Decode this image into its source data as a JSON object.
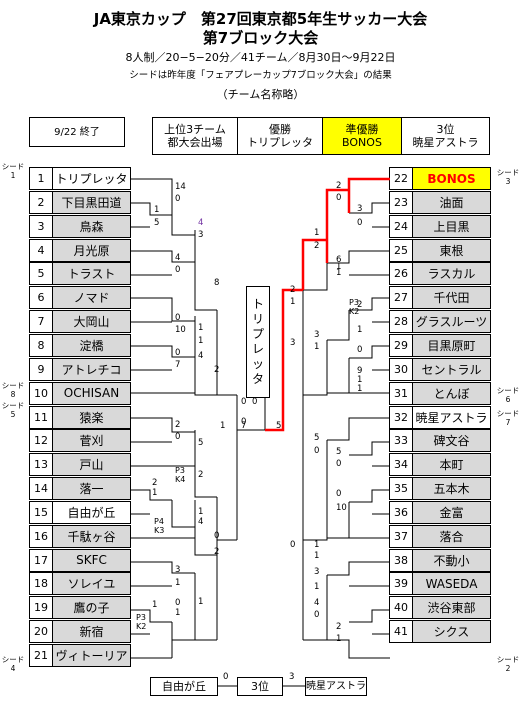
{
  "header": {
    "title_line1": "JA東京カップ　第27回東京都5年生サッカー大会",
    "title_line2": "第7ブロック大会",
    "subtitle": "8人制／20−5−20分／41チーム／8月30日〜9月22日",
    "seed_note": "シードは昨年度「フェアプレーカップ7ブロック大会」の結果",
    "abbrev_note": "（チーム名称略）"
  },
  "info": {
    "status": "9/22 終了",
    "qualify_line1": "上位3チーム",
    "qualify_line2": "都大会出場",
    "winner_label": "優勝",
    "winner_name": "トリプレッタ",
    "runner_label": "準優勝",
    "runner_name": "BONOS",
    "third_label": "3位",
    "third_name": "暁星アストラ"
  },
  "champion_vertical": [
    "ト",
    "リ",
    "プ",
    "レ",
    "ッ",
    "タ"
  ],
  "left_teams": [
    {
      "no": "1",
      "name": "トリプレッタ",
      "style": "white"
    },
    {
      "no": "2",
      "name": "下目黒田道",
      "style": "gray"
    },
    {
      "no": "3",
      "name": "鳥森",
      "style": "gray"
    },
    {
      "no": "4",
      "name": "月光原",
      "style": "gray"
    },
    {
      "no": "5",
      "name": "トラスト",
      "style": "gray"
    },
    {
      "no": "6",
      "name": "ノマド",
      "style": "gray"
    },
    {
      "no": "7",
      "name": "大岡山",
      "style": "gray"
    },
    {
      "no": "8",
      "name": "淀橋",
      "style": "gray"
    },
    {
      "no": "9",
      "name": "アトレチコ",
      "style": "gray"
    },
    {
      "no": "10",
      "name": "OCHISAN",
      "style": "gray"
    },
    {
      "no": "11",
      "name": "猿楽",
      "style": "gray"
    },
    {
      "no": "12",
      "name": "菅刈",
      "style": "gray"
    },
    {
      "no": "13",
      "name": "戸山",
      "style": "gray"
    },
    {
      "no": "14",
      "name": "落一",
      "style": "gray"
    },
    {
      "no": "15",
      "name": "自由が丘",
      "style": "white"
    },
    {
      "no": "16",
      "name": "千駄ヶ谷",
      "style": "gray"
    },
    {
      "no": "17",
      "name": "SKFC",
      "style": "gray"
    },
    {
      "no": "18",
      "name": "ソレイユ",
      "style": "gray"
    },
    {
      "no": "19",
      "name": "鷹の子",
      "style": "gray"
    },
    {
      "no": "20",
      "name": "新宿",
      "style": "gray"
    },
    {
      "no": "21",
      "name": "ヴィトーリア",
      "style": "gray"
    }
  ],
  "right_teams": [
    {
      "no": "22",
      "name": "BONOS",
      "style": "hl"
    },
    {
      "no": "23",
      "name": "油面",
      "style": "gray"
    },
    {
      "no": "24",
      "name": "上目黒",
      "style": "gray"
    },
    {
      "no": "25",
      "name": "東根",
      "style": "gray"
    },
    {
      "no": "26",
      "name": "ラスカル",
      "style": "gray"
    },
    {
      "no": "27",
      "name": "千代田",
      "style": "gray"
    },
    {
      "no": "28",
      "name": "グラスルーツ",
      "style": "gray"
    },
    {
      "no": "29",
      "name": "目黒原町",
      "style": "gray"
    },
    {
      "no": "30",
      "name": "セントラル",
      "style": "gray"
    },
    {
      "no": "31",
      "name": "とんぼ",
      "style": "gray"
    },
    {
      "no": "32",
      "name": "暁星アストラ",
      "style": "white"
    },
    {
      "no": "33",
      "name": "碑文谷",
      "style": "gray"
    },
    {
      "no": "34",
      "name": "本町",
      "style": "gray"
    },
    {
      "no": "35",
      "name": "五本木",
      "style": "gray"
    },
    {
      "no": "36",
      "name": "金富",
      "style": "gray"
    },
    {
      "no": "37",
      "name": "落合",
      "style": "gray"
    },
    {
      "no": "38",
      "name": "不動小",
      "style": "gray"
    },
    {
      "no": "39",
      "name": "WASEDA",
      "style": "gray"
    },
    {
      "no": "40",
      "name": "渋谷東部",
      "style": "gray"
    },
    {
      "no": "41",
      "name": "シクス",
      "style": "gray"
    }
  ],
  "seeds": {
    "s1": {
      "label": "シード",
      "num": "1"
    },
    "s8": {
      "label": "シード",
      "num": "8"
    },
    "s5": {
      "label": "シード",
      "num": "5"
    },
    "s4": {
      "label": "シード",
      "num": "4"
    },
    "s3": {
      "label": "シード",
      "num": "3"
    },
    "s6": {
      "label": "シード",
      "num": "6"
    },
    "s7": {
      "label": "シード",
      "num": "7"
    },
    "s2": {
      "label": "シード",
      "num": "2"
    }
  },
  "scores": [
    "14",
    "0",
    "1",
    "5",
    "4",
    "0",
    "4",
    "3",
    "8",
    "1",
    "0",
    "10",
    "1",
    "4",
    "0",
    "7",
    "2",
    "0",
    "2",
    "0",
    "5",
    "2",
    "2",
    "1",
    "1",
    "4",
    "0",
    "2",
    "3",
    "1",
    "0",
    "1",
    "1",
    "1",
    "0",
    "7",
    "1",
    "0",
    "5",
    "2",
    "0",
    "3",
    "0",
    "1",
    "2",
    "6",
    "1",
    "2",
    "1",
    "1",
    "3",
    "1",
    "2",
    "1",
    "9",
    "1",
    "0",
    "1",
    "3",
    "5",
    "0",
    "5",
    "0",
    "0",
    "10",
    "1",
    "1",
    "0",
    "3",
    "1",
    "2",
    "1",
    "4",
    "0"
  ],
  "pks": {
    "pk1": [
      "P3",
      "K4"
    ],
    "pk2": [
      "P4",
      "K3"
    ],
    "pk3": [
      "P3",
      "K2"
    ],
    "pk4": [
      "P3",
      "K2"
    ]
  },
  "third_place": {
    "left_team": "自由が丘",
    "left_score": "0",
    "label": "3位",
    "right_score": "3",
    "right_team": "暁星アストラ"
  }
}
